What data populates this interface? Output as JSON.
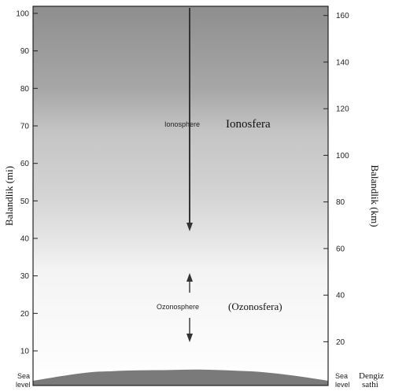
{
  "left_axis": {
    "title": "Balandlik (mi)",
    "unit": "mi",
    "range": [
      0,
      102
    ],
    "ticks": [
      {
        "value": 10,
        "label": "10"
      },
      {
        "value": 20,
        "label": "20"
      },
      {
        "value": 30,
        "label": "30"
      },
      {
        "value": 40,
        "label": "40"
      },
      {
        "value": 50,
        "label": "50"
      },
      {
        "value": 60,
        "label": "60"
      },
      {
        "value": 70,
        "label": "70"
      },
      {
        "value": 80,
        "label": "80"
      },
      {
        "value": 90,
        "label": "90"
      },
      {
        "value": 100,
        "label": "100"
      }
    ]
  },
  "right_axis": {
    "title": "Balandlik (km)",
    "unit": "km",
    "ticks": [
      {
        "value": 20,
        "label": "20"
      },
      {
        "value": 40,
        "label": "40"
      },
      {
        "value": 60,
        "label": "60"
      },
      {
        "value": 80,
        "label": "80"
      },
      {
        "value": 100,
        "label": "100"
      },
      {
        "value": 120,
        "label": "120"
      },
      {
        "value": 140,
        "label": "140"
      },
      {
        "value": 160,
        "label": "160"
      }
    ]
  },
  "sea_level": {
    "left_line1": "Sea",
    "left_line2": "level",
    "right_line1": "Sea",
    "right_line2": "level",
    "right_uz_line1": "Dengiz",
    "right_uz_line2": "sathi"
  },
  "layers": [
    {
      "id": "ionosphere",
      "label_en": "Ionosphere",
      "label_uz": "Ionosfera",
      "from_mi": 43,
      "to_mi": 102
    },
    {
      "id": "ozonosphere",
      "label_en": "Ozonosphere",
      "label_uz": "(Ozonosfera)",
      "from_mi": 12,
      "to_mi": 31
    }
  ],
  "colors": {
    "upper_band": "#8e8e8e",
    "mid_band": "#bdbdbd",
    "lower_band": "#f2f2f2",
    "ground": "#7a7a7a",
    "frame": "#222222",
    "arrow": "#333333"
  }
}
